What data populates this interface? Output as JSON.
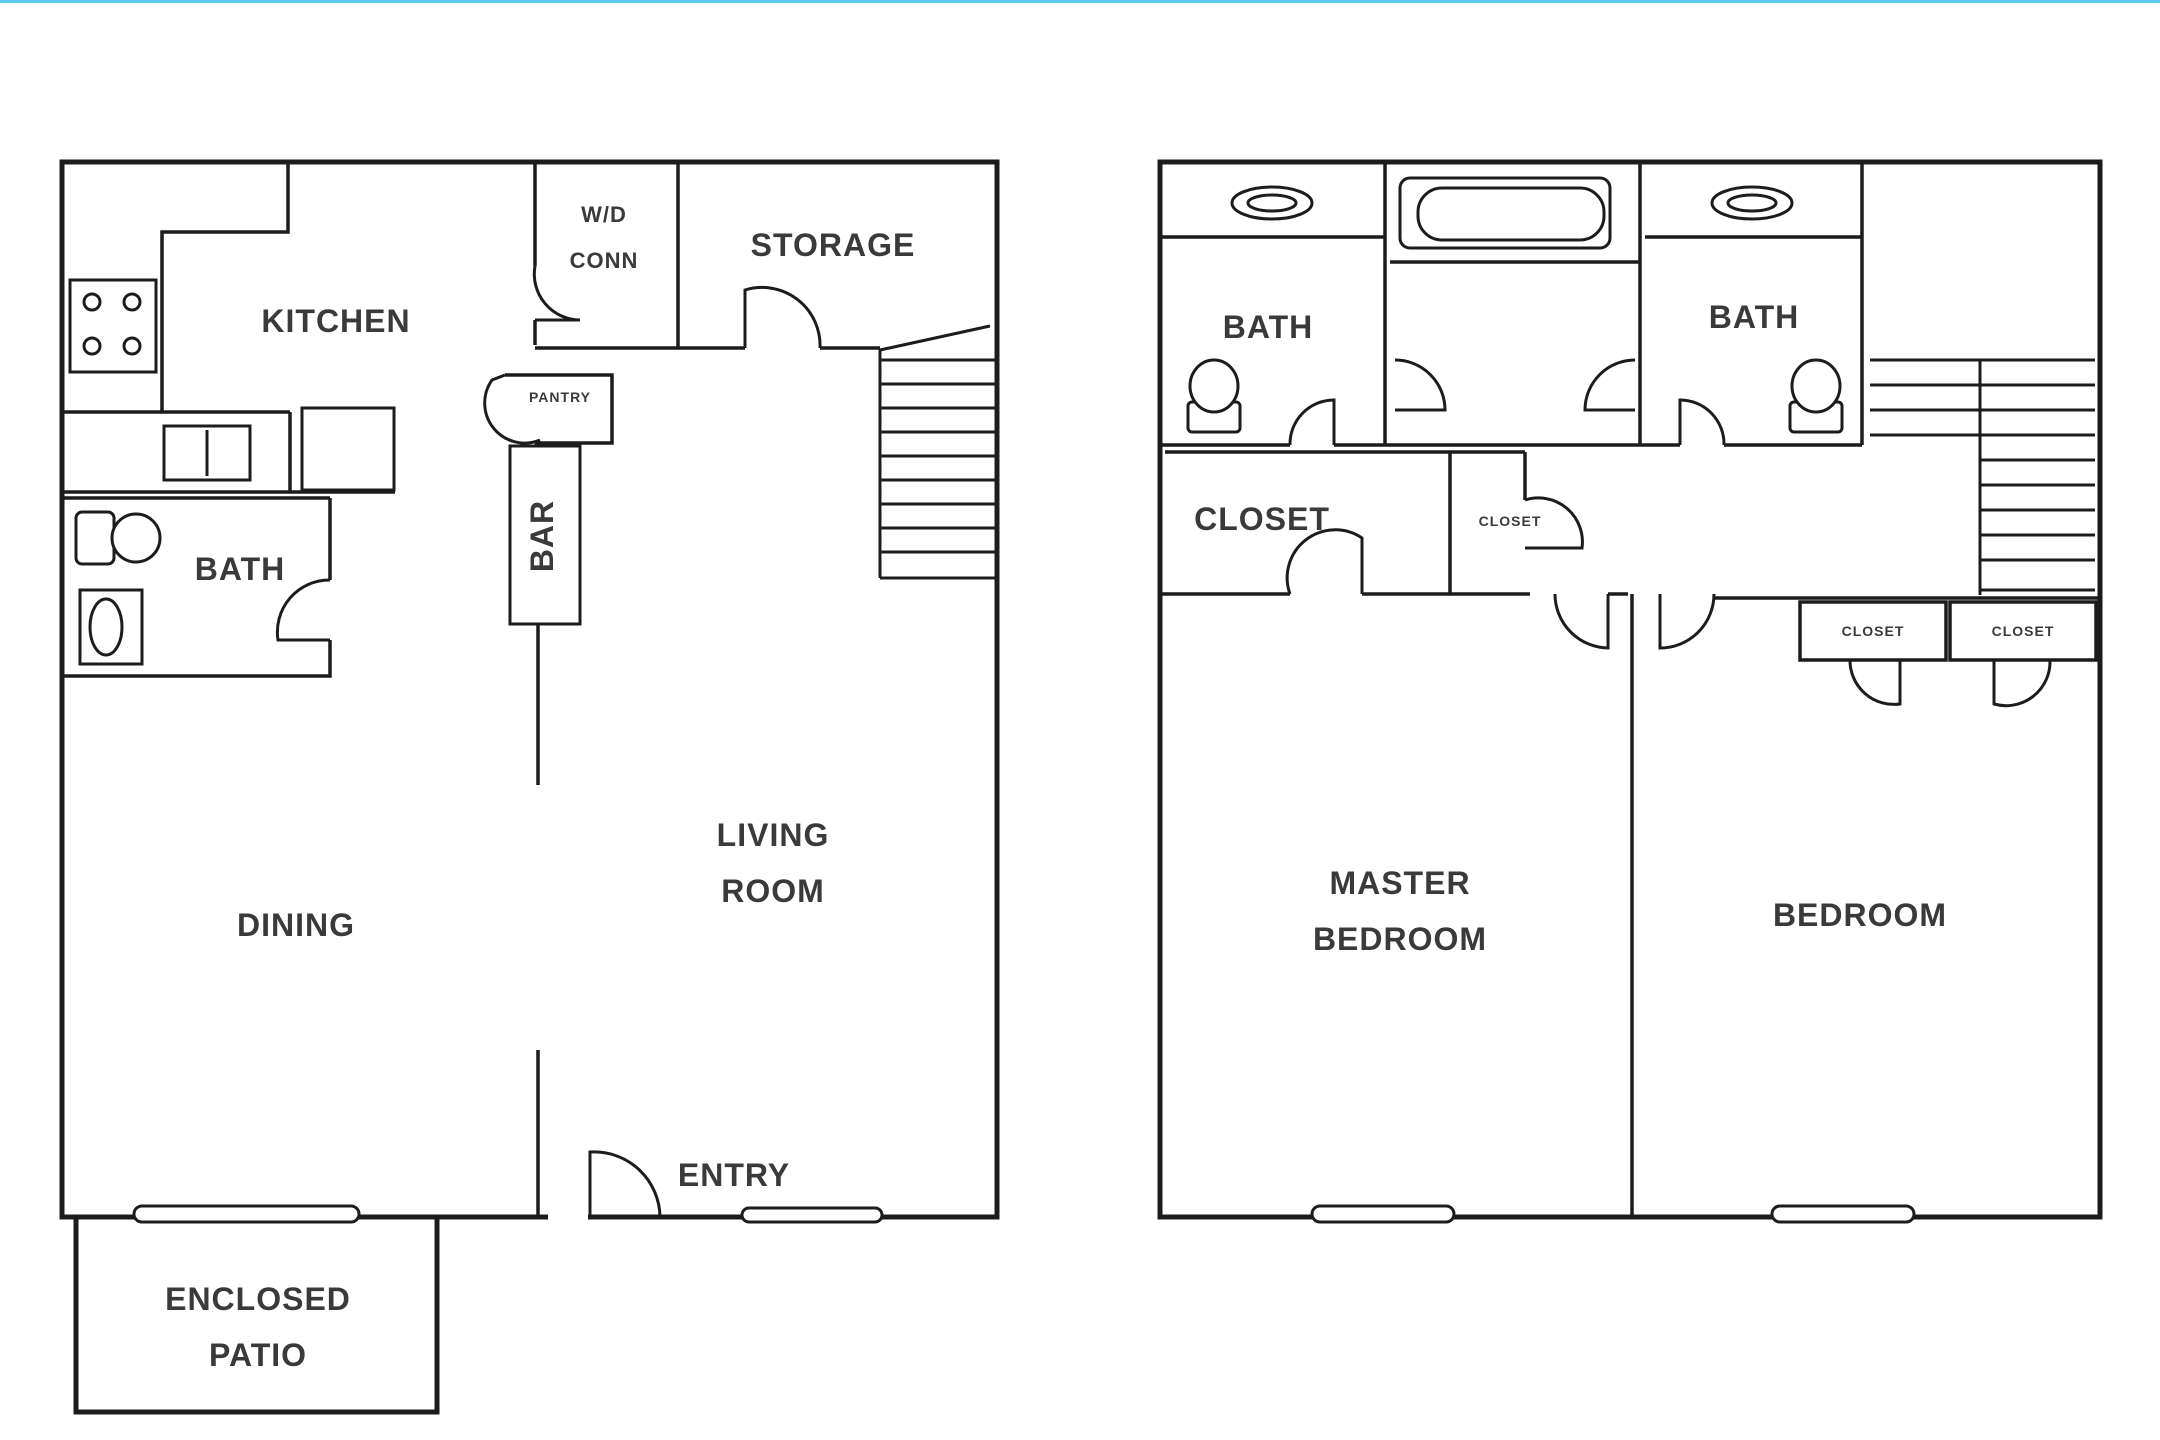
{
  "colors": {
    "top_rule": "#5bc8ec",
    "walls": "#1c1c1c",
    "labels": "#3a3a3a",
    "background": "#ffffff"
  },
  "floor1": {
    "kitchen": "KITCHEN",
    "wd_conn_1": "W/D",
    "wd_conn_2": "CONN",
    "storage": "STORAGE",
    "pantry": "PANTRY",
    "bar": "BAR",
    "bath": "BATH",
    "living_1": "LIVING",
    "living_2": "ROOM",
    "dining": "DINING",
    "entry": "ENTRY",
    "patio_1": "ENCLOSED",
    "patio_2": "PATIO"
  },
  "floor2": {
    "bath_left": "BATH",
    "bath_right": "BATH",
    "closet_large": "CLOSET",
    "closet_hall": "CLOSET",
    "closet_bed_1": "CLOSET",
    "closet_bed_2": "CLOSET",
    "master_1": "MASTER",
    "master_2": "BEDROOM",
    "bedroom": "BEDROOM"
  }
}
